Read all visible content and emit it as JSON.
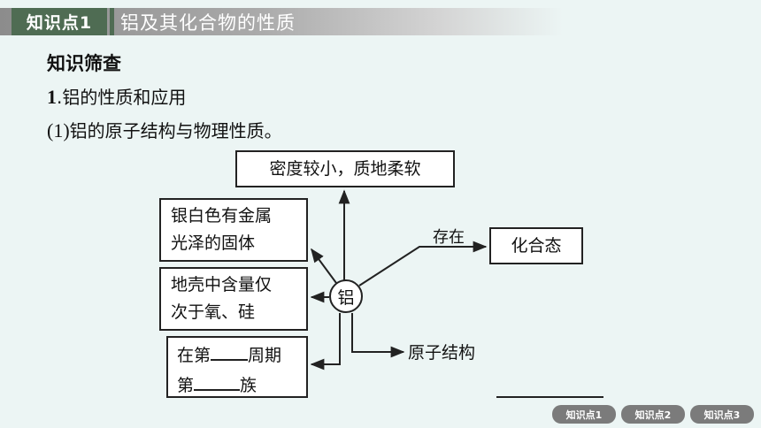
{
  "header": {
    "tab_label": "知识点1",
    "title": "铝及其化合物的性质"
  },
  "content": {
    "section_title": "知识筛查",
    "heading_num": "1",
    "heading_text": ".铝的性质和应用",
    "sub_paren": "(1)",
    "sub_text": "铝的原子结构与物理性质。"
  },
  "diagram": {
    "center": "铝",
    "top_box": "密度较小，质地柔软",
    "silver_box": [
      "银白色有金属",
      "光泽的固体"
    ],
    "crust_box": [
      "地壳中含量仅",
      "次于氧、硅"
    ],
    "period_box": {
      "line1_pre": "在第",
      "line1_post": "周期",
      "line2_pre": "第",
      "line2_post": "族"
    },
    "exist_label": "存在",
    "state_box": "化合态",
    "structure_label": "原子结构"
  },
  "nav": {
    "items": [
      "知识点1",
      "知识点2",
      "知识点3"
    ]
  },
  "colors": {
    "header_tab": "#4f6c53",
    "background": "#ecf5f4",
    "nav_button": "#7b7b7b"
  }
}
